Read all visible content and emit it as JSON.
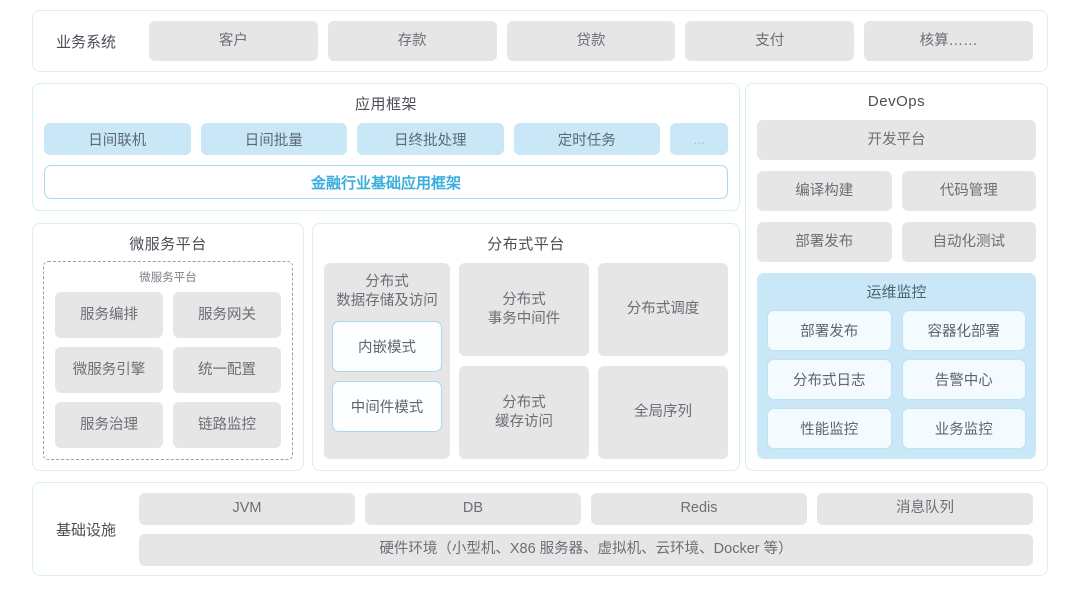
{
  "business_systems": {
    "label": "业务系统",
    "items": [
      "客户",
      "存款",
      "贷款",
      "支付",
      "核算……"
    ]
  },
  "app_framework": {
    "title": "应用框架",
    "chips": [
      "日间联机",
      "日间批量",
      "日终批处理",
      "定时任务"
    ],
    "more": "...",
    "base_label": "金融行业基础应用框架"
  },
  "microservice_platform": {
    "title": "微服务平台",
    "inner_title": "微服务平台",
    "items": [
      "服务编排",
      "服务网关",
      "微服务引擎",
      "统一配置",
      "服务治理",
      "链路监控"
    ]
  },
  "distributed_platform": {
    "title": "分布式平台",
    "storage": {
      "title": "分布式\n数据存储及访问",
      "title_line1": "分布式",
      "title_line2": "数据存储及访问",
      "modes": [
        "内嵌模式",
        "中间件模式"
      ]
    },
    "col_b": [
      "分布式\n事务中间件",
      "分布式\n缓存访问"
    ],
    "col_b_items": [
      {
        "line1": "分布式",
        "line2": "事务中间件"
      },
      {
        "line1": "分布式",
        "line2": "缓存访问"
      }
    ],
    "col_c": [
      "分布式调度",
      "全局序列"
    ]
  },
  "devops": {
    "title": "DevOps",
    "platform": "开发平台",
    "items": [
      "编译构建",
      "代码管理",
      "部署发布",
      "自动化测试"
    ],
    "ops_monitoring": {
      "title": "运维监控",
      "items": [
        "部署发布",
        "容器化部署",
        "分布式日志",
        "告警中心",
        "性能监控",
        "业务监控"
      ]
    }
  },
  "infrastructure": {
    "label": "基础设施",
    "items": [
      "JVM",
      "DB",
      "Redis",
      "消息队列"
    ],
    "hardware": "硬件环境（小型机、X86 服务器、虚拟机、云环境、Docker 等）"
  },
  "colors": {
    "accent": "#3aaedd",
    "chip_blue": "#c9e7f7",
    "chip_gray": "#e6e6e6",
    "border": "#d9eef2"
  }
}
